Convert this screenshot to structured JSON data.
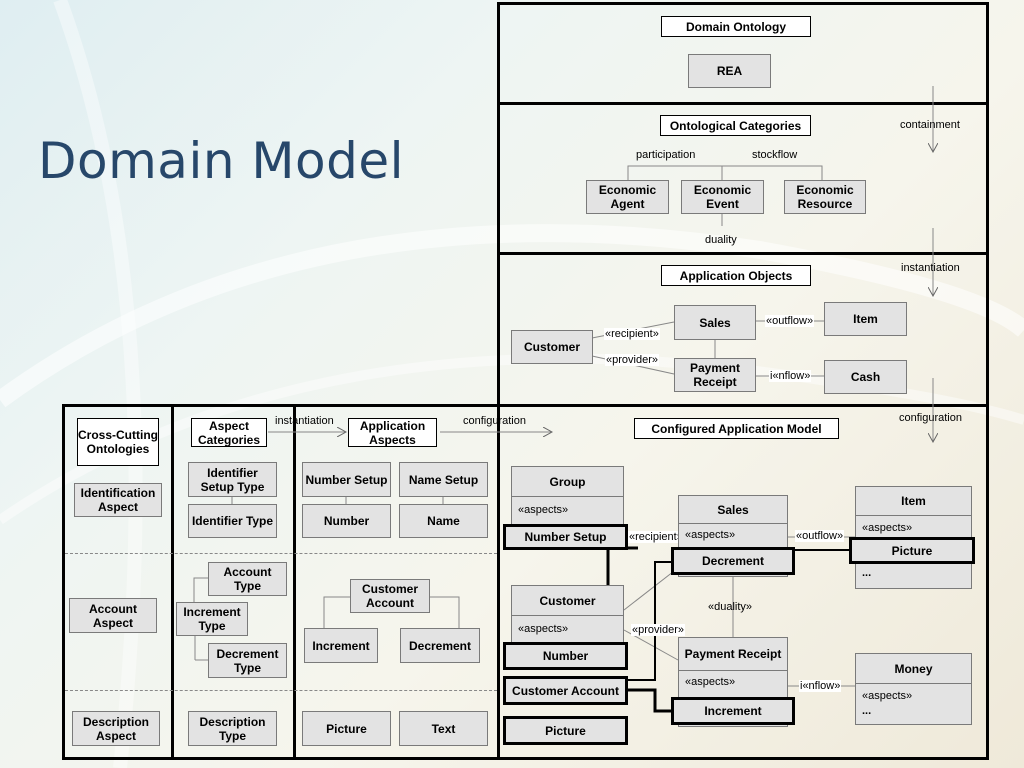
{
  "title": "Domain Model",
  "top": {
    "domain_ontology": "Domain Ontology",
    "rea": "REA",
    "ontological_categories": "Ontological Categories",
    "participation": "participation",
    "stockflow": "stockflow",
    "economic_agent": "Economic Agent",
    "economic_event": "Economic Event",
    "economic_resource": "Economic Resource",
    "duality": "duality",
    "containment": "containment",
    "instantiation": "instantiation",
    "application_objects": "Application Objects",
    "customer": "Customer",
    "recipient": "«recipient»",
    "provider": "«provider»",
    "sales": "Sales",
    "payment_receipt": "Payment Receipt",
    "outflow": "«outflow»",
    "inflow": "i«nflow»",
    "item": "Item",
    "cash": "Cash",
    "configuration": "configuration"
  },
  "bottom": {
    "cross_cutting": "Cross-Cutting Ontologies",
    "aspect_categories": "Aspect Categories",
    "instantiation": "instantiation",
    "application_aspects": "Application Aspects",
    "configuration": "configuration",
    "configured_model": "Configured Application Model",
    "identification_aspect": "Identification Aspect",
    "account_aspect": "Account Aspect",
    "description_aspect": "Description Aspect",
    "identifier_setup_type": "Identifier Setup Type",
    "identifier_type": "Identifier Type",
    "account_type": "Account Type",
    "increment_type": "Increment Type",
    "decrement_type": "Decrement Type",
    "description_type": "Description Type",
    "number_setup": "Number Setup",
    "name_setup": "Name Setup",
    "number": "Number",
    "name": "Name",
    "customer_account": "Customer Account",
    "increment": "Increment",
    "decrement": "Decrement",
    "picture": "Picture",
    "text": "Text",
    "group": "Group",
    "aspects": "«aspects»",
    "number_setup_b": "Number Setup",
    "customer": "Customer",
    "number_b": "Number",
    "customer_account_b": "Customer Account",
    "picture_b": "Picture",
    "sales": "Sales",
    "decrement_b": "Decrement",
    "duality": "«duality»",
    "payment_receipt": "Payment Receipt",
    "increment_b": "Increment",
    "recipient": "«recipient»",
    "provider": "«provider»",
    "outflow": "«outflow»",
    "inflow": "i«nflow»",
    "item": "Item",
    "picture_c": "Picture",
    "ellipsis": "...",
    "money": "Money"
  }
}
